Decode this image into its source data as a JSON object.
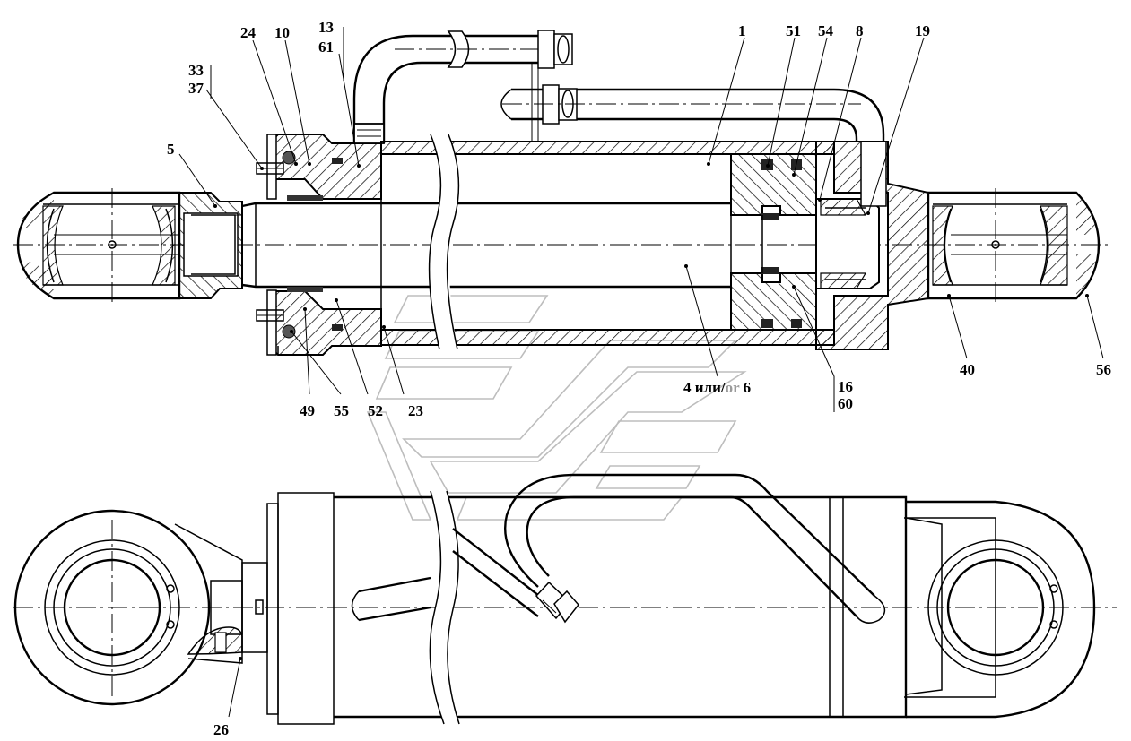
{
  "drawing": {
    "callouts": {
      "c24": "24",
      "c10": "10",
      "c13": "13",
      "c61": "61",
      "c1": "1",
      "c51": "51",
      "c54": "54",
      "c8": "8",
      "c19": "19",
      "c33": "33",
      "c37": "37",
      "c5": "5",
      "c49": "49",
      "c55": "55",
      "c52": "52",
      "c23": "23",
      "c4or6_a": "4 или/",
      "c4or6_or": "or",
      "c4or6_b": " 6",
      "c16": "16",
      "c60": "60",
      "c40": "40",
      "c56": "56",
      "c26": "26"
    }
  }
}
